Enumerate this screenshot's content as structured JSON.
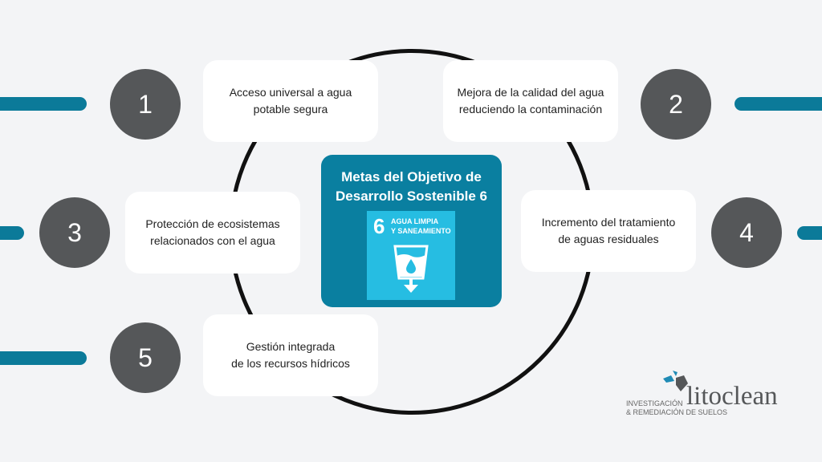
{
  "center": {
    "title": "Metas del Objetivo de\nDesarrollo Sostenible 6",
    "sdg_number": "6",
    "sdg_label": "AGUA LIMPIA\nY SANEAMIENTO"
  },
  "targets": [
    {
      "number": "1",
      "text": "Acceso universal a agua\npotable segura"
    },
    {
      "number": "2",
      "text": "Mejora de la calidad del agua\nreduciendo la contaminación"
    },
    {
      "number": "3",
      "text": "Protección de ecosistemas\nrelacionados con el agua"
    },
    {
      "number": "4",
      "text": "Incremento del tratamiento\nde aguas residuales"
    },
    {
      "number": "5",
      "text": "Gestión integrada\nde los recursos hídricos"
    }
  ],
  "logo": {
    "name": "litoclean",
    "tagline1": "INVESTIGACIÓN",
    "tagline2": "& REMEDIACIÓN DE SUELOS"
  },
  "colors": {
    "accent": "#0a7fa0",
    "sdg": "#26bde2",
    "circle": "#555759"
  }
}
